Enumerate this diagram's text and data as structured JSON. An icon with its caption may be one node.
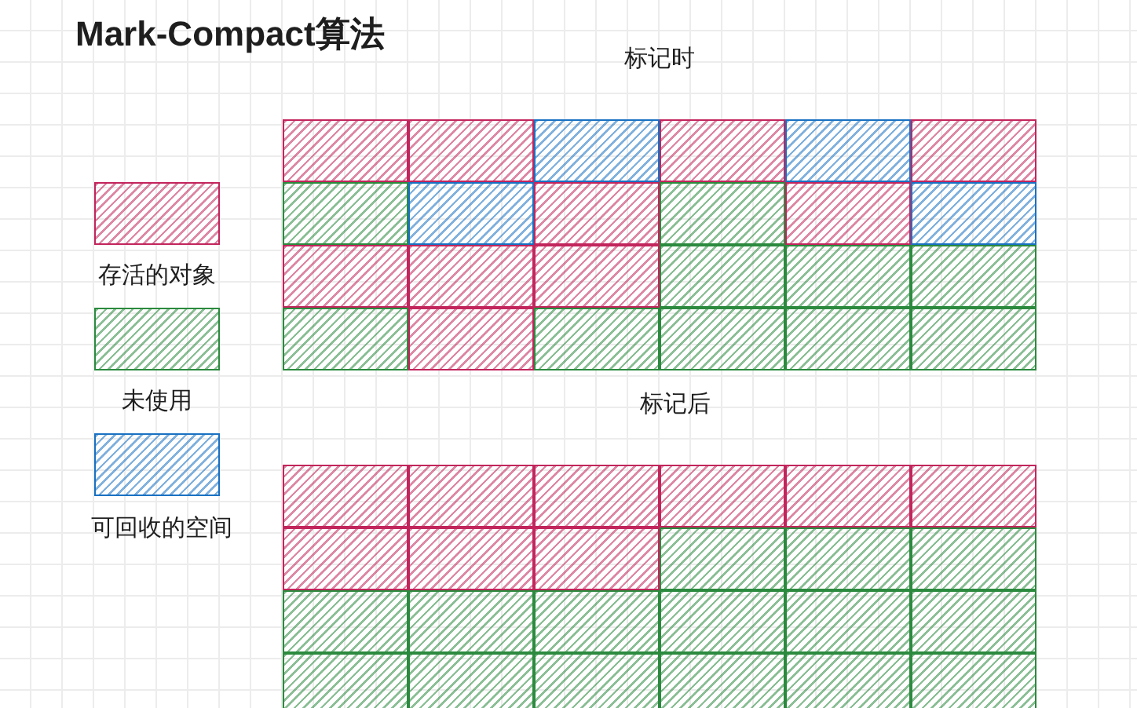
{
  "diagram": {
    "title": "Mark-Compact算法",
    "nodes": [
      {
        "text": [
          "标记时"
        ]
      },
      {
        "text": [],
        "shape": "box",
        "in": 0
      },
      {
        "text": [],
        "shape": "box",
        "in": 0
      },
      {
        "text": [],
        "shape": "box",
        "in": 0
      },
      {
        "text": [],
        "shape": "box",
        "in": 0
      },
      {
        "text": [],
        "shape": "box",
        "in": 0
      },
      {
        "text": [],
        "shape": "box",
        "in": 0
      },
      {
        "text": [],
        "shape": "box",
        "in": 0
      },
      {
        "text": [],
        "shape": "box",
        "in": 0
      },
      {
        "text": [],
        "shape": "box",
        "in": 0
      },
      {
        "text": [],
        "shape": "box",
        "in": 0
      },
      {
        "text": [],
        "shape": "box",
        "in": 0
      },
      {
        "text": [],
        "shape": "box",
        "in": 0
      },
      {
        "text": [],
        "shape": "box",
        "in": 0
      },
      {
        "text": [],
        "shape": "box",
        "in": 0
      },
      {
        "text": [],
        "shape": "box",
        "in": 0
      },
      {
        "text": [],
        "shape": "box",
        "in": 0
      },
      {
        "text": [],
        "shape": "box",
        "in": 0
      },
      {
        "text": [],
        "shape": "box",
        "in": 0
      },
      {
        "text": [],
        "shape": "box",
        "in": 0
      },
      {
        "text": [],
        "shape": "box",
        "in": 0
      },
      {
        "text": [],
        "shape": "box",
        "in": 0
      },
      {
        "text": [],
        "shape": "box",
        "in": 0
      },
      {
        "text": [],
        "shape": "box",
        "in": 0
      },
      {
        "text": [],
        "shape": "box",
        "in": 0
      },
      {
        "text": [
          "标记后"
        ]
      },
      {
        "text": [],
        "shape": "box",
        "in": 25
      },
      {
        "text": [],
        "shape": "box",
        "in": 25
      },
      {
        "text": [],
        "shape": "box",
        "in": 25
      },
      {
        "text": [],
        "shape": "box",
        "in": 25
      },
      {
        "text": [],
        "shape": "box",
        "in": 25
      },
      {
        "text": [],
        "shape": "box",
        "in": 25
      },
      {
        "text": [],
        "shape": "box",
        "in": 25
      },
      {
        "text": [],
        "shape": "box",
        "in": 25
      },
      {
        "text": [],
        "shape": "box",
        "in": 25
      },
      {
        "text": [],
        "shape": "box",
        "in": 25
      },
      {
        "text": [],
        "shape": "box",
        "in": 25
      },
      {
        "text": [],
        "shape": "box",
        "in": 25
      },
      {
        "text": [],
        "shape": "box",
        "in": 25
      },
      {
        "text": [],
        "shape": "box",
        "in": 25
      },
      {
        "text": [],
        "shape": "box",
        "in": 25
      },
      {
        "text": [],
        "shape": "box",
        "in": 25
      },
      {
        "text": [],
        "shape": "box",
        "in": 25
      },
      {
        "text": [],
        "shape": "box",
        "in": 25
      },
      {
        "text": [],
        "shape": "box",
        "in": 25
      },
      {
        "text": [],
        "shape": "box",
        "in": 25
      },
      {
        "text": [],
        "shape": "box",
        "in": 25
      },
      {
        "text": [],
        "shape": "box",
        "in": 25
      },
      {
        "text": [],
        "shape": "box",
        "in": 25
      },
      {
        "text": [],
        "shape": "box",
        "in": 25
      }
    ],
    "legend": [
      {
        "text": "存活的对象",
        "color": "#c2255c"
      },
      {
        "text": "未使用",
        "color": "#2b8a3e"
      },
      {
        "text": "可回收的空间",
        "color": "#1971c2"
      }
    ]
  }
}
